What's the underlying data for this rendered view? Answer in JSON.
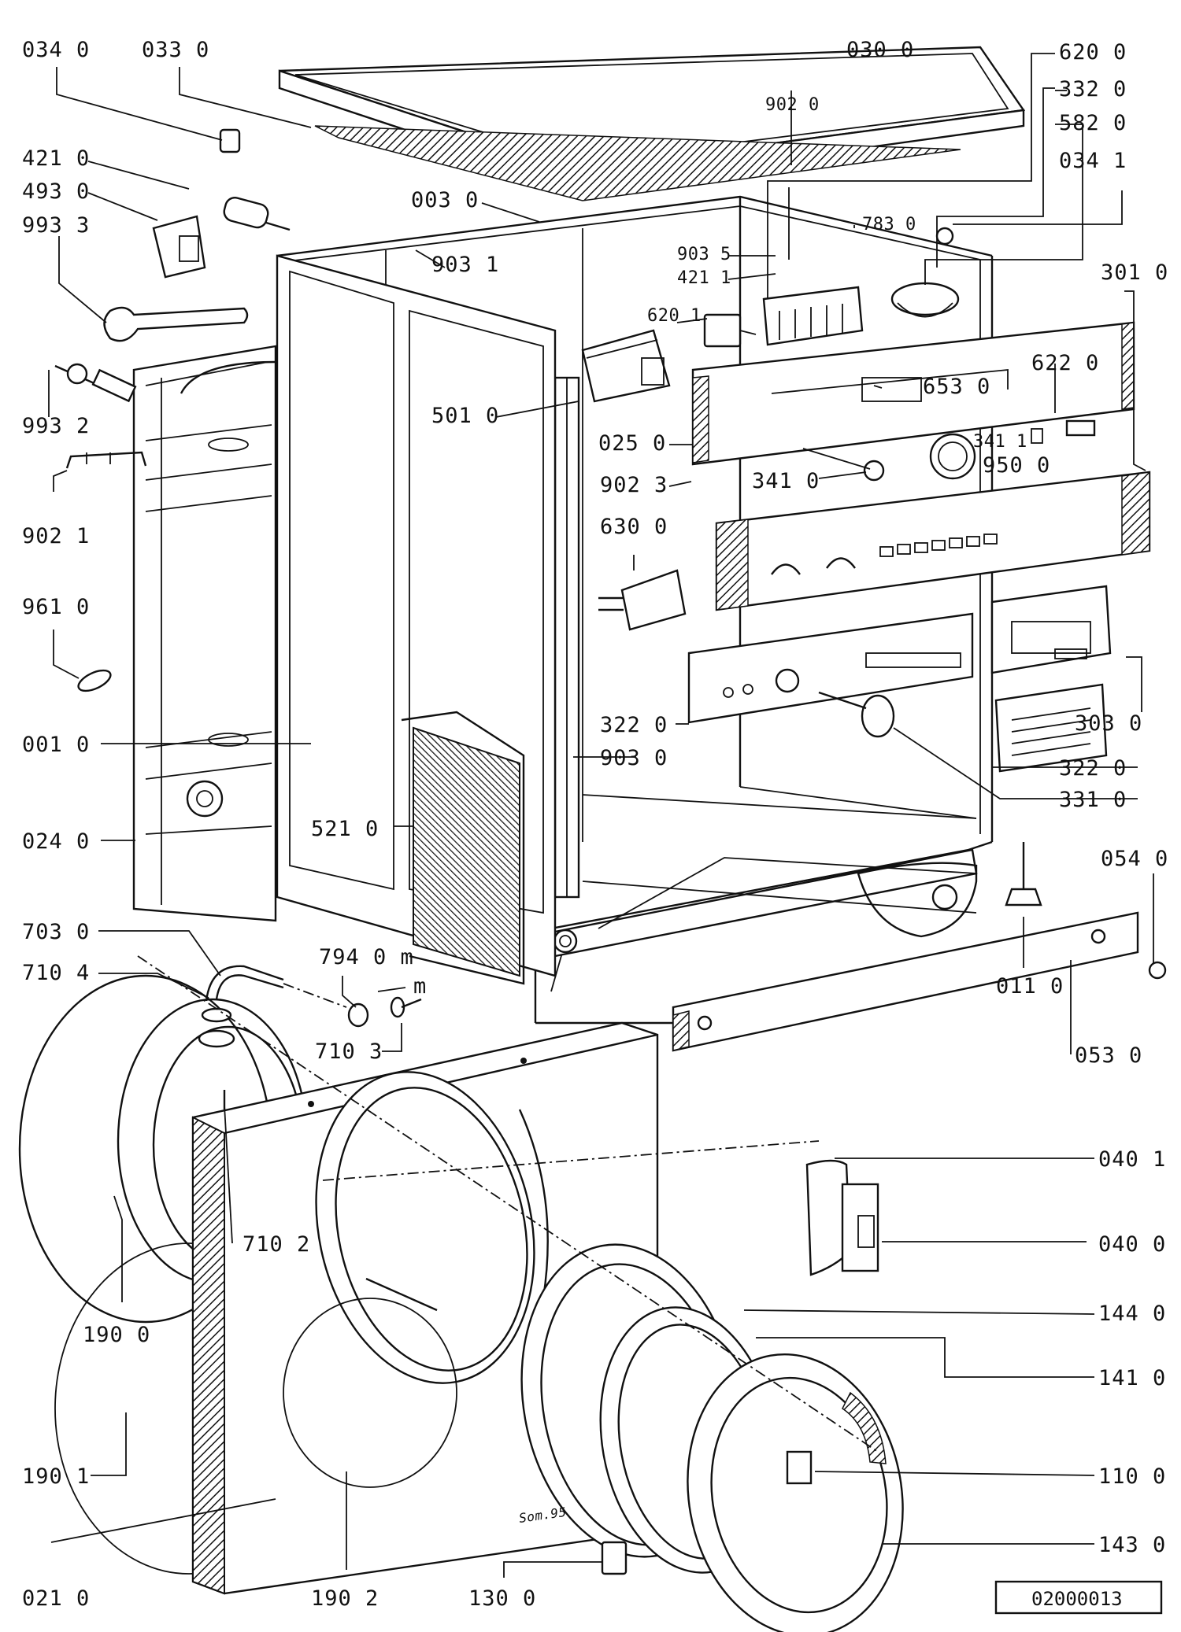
{
  "diagram": {
    "drawing_number": "02000013",
    "signature": "Som.95",
    "labels": [
      {
        "id": "034-0-top",
        "text": "034  0"
      },
      {
        "id": "033-0",
        "text": "033  0"
      },
      {
        "id": "030-0",
        "text": "030  0"
      },
      {
        "id": "620-0",
        "text": "620  0"
      },
      {
        "id": "332-0",
        "text": "332  0"
      },
      {
        "id": "582-0",
        "text": "582  0"
      },
      {
        "id": "034-1",
        "text": "034  1"
      },
      {
        "id": "421-0",
        "text": "421  0"
      },
      {
        "id": "493-0",
        "text": "493  0"
      },
      {
        "id": "993-3",
        "text": "993  3"
      },
      {
        "id": "003-0",
        "text": "003  0"
      },
      {
        "id": "902-0",
        "text": "902 0"
      },
      {
        "id": "903-5",
        "text": "903 5"
      },
      {
        "id": "421-1",
        "text": "421 1"
      },
      {
        "id": "783-0",
        "text": "783  0"
      },
      {
        "id": "301-0",
        "text": "301  0"
      },
      {
        "id": "903-1",
        "text": "903  1"
      },
      {
        "id": "620-1",
        "text": "620  1"
      },
      {
        "id": "993-2",
        "text": "993  2"
      },
      {
        "id": "501-0",
        "text": "501  0"
      },
      {
        "id": "653-0",
        "text": "653  0"
      },
      {
        "id": "622-0",
        "text": "622  0"
      },
      {
        "id": "025-0",
        "text": "025  0"
      },
      {
        "id": "341-1",
        "text": "341  1"
      },
      {
        "id": "950-0",
        "text": "950  0"
      },
      {
        "id": "902-3",
        "text": "902  3"
      },
      {
        "id": "341-0",
        "text": "341  0"
      },
      {
        "id": "902-1",
        "text": "902  1"
      },
      {
        "id": "630-0",
        "text": "630  0"
      },
      {
        "id": "961-0",
        "text": "961  0"
      },
      {
        "id": "001-0",
        "text": "001  0"
      },
      {
        "id": "322-0-a",
        "text": "322  0"
      },
      {
        "id": "903-0",
        "text": "903  0"
      },
      {
        "id": "303-0",
        "text": "303  0"
      },
      {
        "id": "322-0-b",
        "text": "322  0"
      },
      {
        "id": "331-0",
        "text": "331  0"
      },
      {
        "id": "521-0",
        "text": "521  0"
      },
      {
        "id": "024-0",
        "text": "024  0"
      },
      {
        "id": "054-0",
        "text": "054  0"
      },
      {
        "id": "703-0",
        "text": "703  0"
      },
      {
        "id": "794-0",
        "text": "794  0 m"
      },
      {
        "id": "710-4",
        "text": "710  4"
      },
      {
        "id": "m",
        "text": "m"
      },
      {
        "id": "011-0",
        "text": "011  0"
      },
      {
        "id": "710-3",
        "text": "710  3"
      },
      {
        "id": "053-0",
        "text": "053  0"
      },
      {
        "id": "040-1",
        "text": "040  1"
      },
      {
        "id": "710-2",
        "text": "710  2"
      },
      {
        "id": "040-0",
        "text": "040  0"
      },
      {
        "id": "190-0",
        "text": "190  0"
      },
      {
        "id": "144-0",
        "text": "144  0"
      },
      {
        "id": "141-0",
        "text": "141  0"
      },
      {
        "id": "190-1",
        "text": "190  1"
      },
      {
        "id": "110-0",
        "text": "110  0"
      },
      {
        "id": "143-0",
        "text": "143  0"
      },
      {
        "id": "021-0",
        "text": "021  0"
      },
      {
        "id": "190-2",
        "text": "190  2"
      },
      {
        "id": "130-0",
        "text": "130  0"
      }
    ]
  }
}
